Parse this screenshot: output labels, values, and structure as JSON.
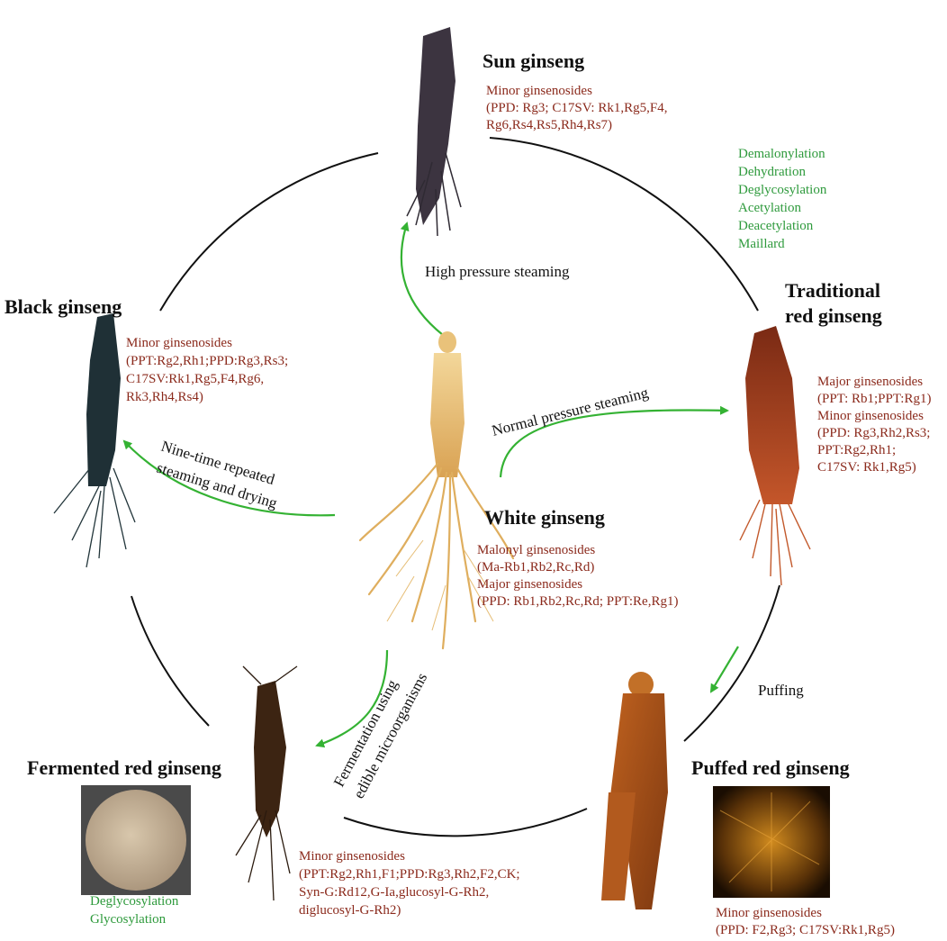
{
  "colors": {
    "red_text": "#8b2a1c",
    "green_text": "#2e9a3c",
    "arrow_green": "#34b233",
    "cycle_line": "#111111"
  },
  "stages": {
    "sun": {
      "title": "Sun ginseng",
      "lines": [
        "Minor ginsenosides",
        "(PPD: Rg3; C17SV: Rk1,Rg5,F4,",
        "Rg6,Rs4,Rs5,Rh4,Rs7)"
      ]
    },
    "traditional_red": {
      "title_lines": [
        "Traditional",
        "red ginseng"
      ],
      "lines": [
        "Major ginsenosides",
        "(PPT: Rb1;PPT:Rg1)",
        "Minor ginsenosides",
        "(PPD: Rg3,Rh2,Rs3;",
        "PPT:Rg2,Rh1;",
        "C17SV: Rk1,Rg5)"
      ]
    },
    "white": {
      "title": "White ginseng",
      "lines": [
        "Malonyl ginsenosides",
        "(Ma-Rb1,Rb2,Rc,Rd)",
        "Major ginsenosides",
        "(PPD: Rb1,Rb2,Rc,Rd; PPT:Re,Rg1)"
      ]
    },
    "black": {
      "title": "Black ginseng",
      "lines": [
        "Minor ginsenosides",
        "(PPT:Rg2,Rh1;PPD:Rg3,Rs3;",
        "C17SV:Rk1,Rg5,F4,Rg6,",
        "Rk3,Rh4,Rs4)"
      ]
    },
    "fermented": {
      "title": "Fermented red ginseng",
      "lines": [
        "Minor ginsenosides",
        "(PPT:Rg2,Rh1,F1;PPD:Rg3,Rh2,F2,CK;",
        "Syn-G:Rd12,G-Ia,glucosyl-G-Rh2,",
        "diglucosyl-G-Rh2)"
      ],
      "reactions": [
        "Deglycosylation",
        "Glycosylation"
      ]
    },
    "puffed": {
      "title": "Puffed red ginseng",
      "lines": [
        "Minor ginsenosides",
        "(PPD: F2,Rg3; C17SV:Rk1,Rg5)"
      ]
    }
  },
  "reactions_list": [
    "Demalonylation",
    "Dehydration",
    "Deglycosylation",
    "Acetylation",
    "Deacetylation",
    "Maillard"
  ],
  "processes": {
    "high_pressure": "High pressure steaming",
    "normal_pressure": "Normal pressure steaming",
    "nine_time": [
      "Nine-time repeated",
      "steaming and drying"
    ],
    "fermentation": [
      "Fermentation using",
      "edible microorganisms"
    ],
    "puffing": "Puffing"
  }
}
